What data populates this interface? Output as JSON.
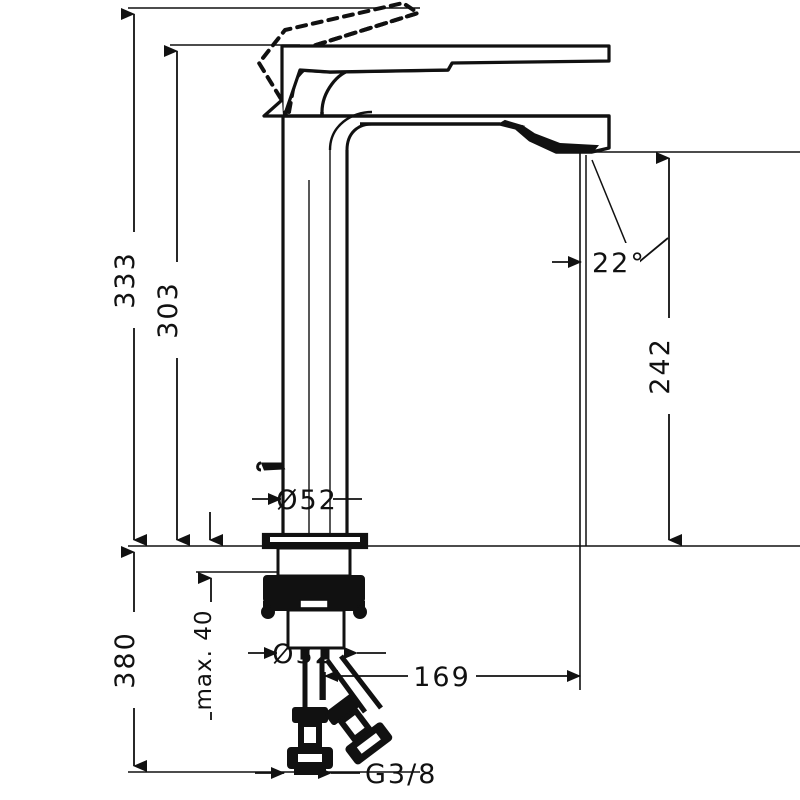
{
  "drawing": {
    "type": "technical-dimension-drawing",
    "subject": "single-lever basin mixer faucet, tall / vessel model, side elevation",
    "units": "mm",
    "line_color": "#111111",
    "background_color": "#ffffff"
  },
  "dimensions": {
    "total_height": "333",
    "spout_top_height": "303",
    "spout_outlet_height": "242",
    "overall_with_hoses": "380",
    "body_diameter": "Ø52",
    "shank_diameter": "Ø32",
    "max_deck_thickness": "max. 40",
    "spout_reach": "169",
    "thread_size": "G3/8",
    "lever_angle": "22°"
  },
  "labels": [
    {
      "id": "dim-333",
      "text": "333",
      "orientation": "vertical"
    },
    {
      "id": "dim-303",
      "text": "303",
      "orientation": "vertical"
    },
    {
      "id": "dim-242",
      "text": "242",
      "orientation": "vertical"
    },
    {
      "id": "dim-380",
      "text": "380",
      "orientation": "vertical"
    },
    {
      "id": "dim-max40",
      "text": "max. 40",
      "orientation": "vertical"
    },
    {
      "id": "dim-d52",
      "text": "Ø52",
      "orientation": "horizontal"
    },
    {
      "id": "dim-d32",
      "text": "Ø32",
      "orientation": "horizontal"
    },
    {
      "id": "dim-169",
      "text": "169",
      "orientation": "horizontal"
    },
    {
      "id": "dim-g38",
      "text": "G3/8",
      "orientation": "horizontal"
    },
    {
      "id": "angle-22",
      "text": "22°",
      "orientation": "horizontal"
    }
  ]
}
